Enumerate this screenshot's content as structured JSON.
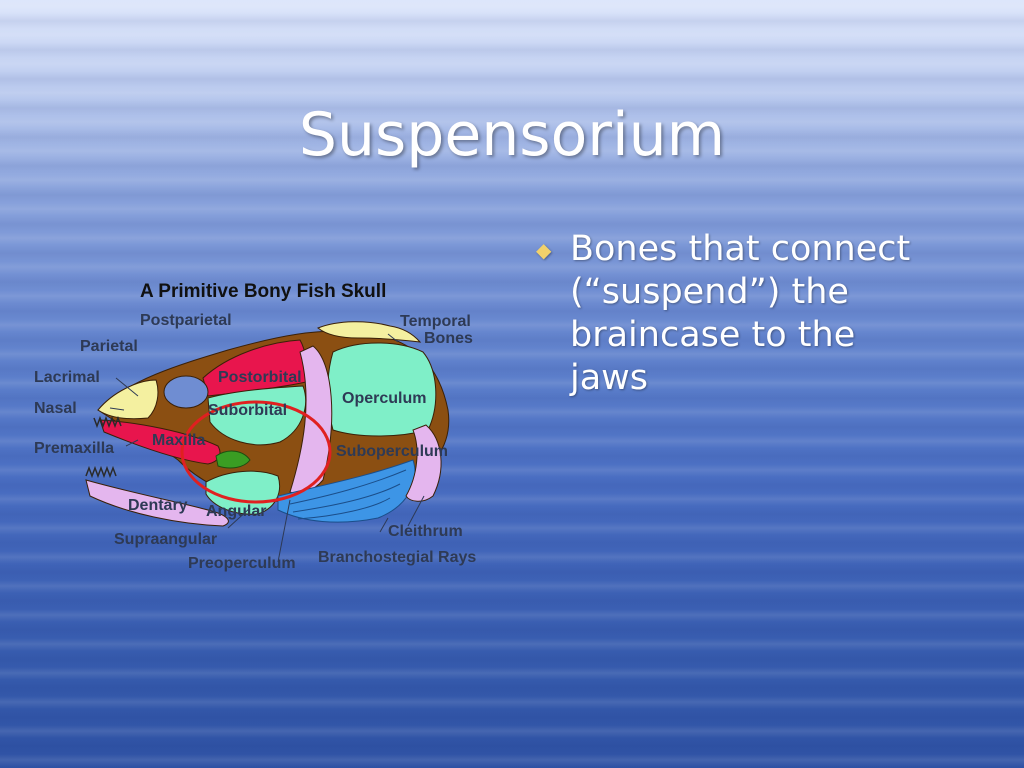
{
  "slide": {
    "title": "Suspensorium",
    "bullets": [
      "Bones that connect (“suspend”) the braincase to the jaws"
    ],
    "bullet_marker": "diamond-icon",
    "colors": {
      "title_text": "#ffffff",
      "bullet_marker": "#f2d16b",
      "highlight_circle": "#e02020"
    }
  },
  "figure": {
    "title": "A Primitive Bony Fish Skull",
    "labels": {
      "postparietal": "Postparietal",
      "parietal": "Parietal",
      "lacrimal": "Lacrimal",
      "nasal": "Nasal",
      "premaxilla": "Premaxilla",
      "dentary": "Dentary",
      "supraangular": "Supraangular",
      "preoperculum": "Preoperculum",
      "temporal_bones": [
        "Temporal",
        "Bones"
      ],
      "postorbital": "Postorbital",
      "suborbital": "Suborbital",
      "maxilla": "Maxilla",
      "angular": "Angular",
      "operculum": "Operculum",
      "suboperculum": "Suboperculum",
      "cleithrum": "Cleithrum",
      "branchostegial_rays": "Branchostegial Rays"
    }
  }
}
